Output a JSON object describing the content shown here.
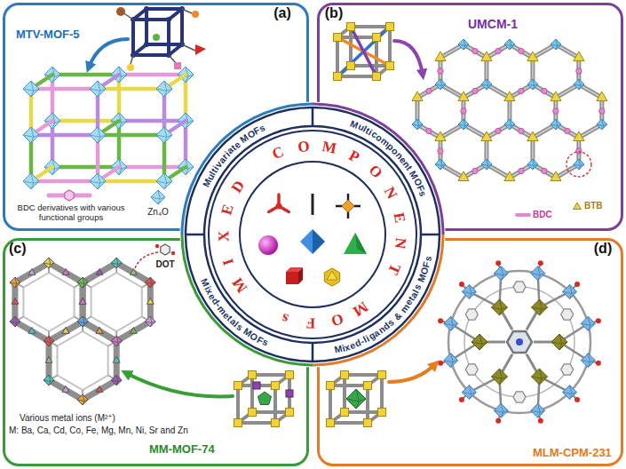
{
  "diagram": {
    "nodes": [
      {
        "text": [
          "MTV-MOF-5",
          "(a)",
          "BDC derivatives with various functional groups",
          "Zn₄O"
        ]
      },
      {
        "text": [
          "UMCM-1",
          "(b)",
          "BDC",
          "BTB"
        ]
      },
      {
        "text": [
          "Multivariate MOFs",
          "Multicomponent MOFs",
          "Mixed-ligands & metals MOFs",
          "Mixed-metals MOFs"
        ]
      },
      {
        "text": [
          "MIXED COMPONENT MOFs"
        ],
        "in": 2
      },
      {
        "text": [
          "(c)",
          "DOT",
          "Various metal ions (M²⁺)",
          "M: Ba, Ca, Cd, Co, Fe, Mg, Mn, Ni, Sr and Zn",
          "MM-MOF-74"
        ]
      },
      {
        "text": [
          "(d)",
          "MLM-CPM-231"
        ]
      }
    ]
  }
}
